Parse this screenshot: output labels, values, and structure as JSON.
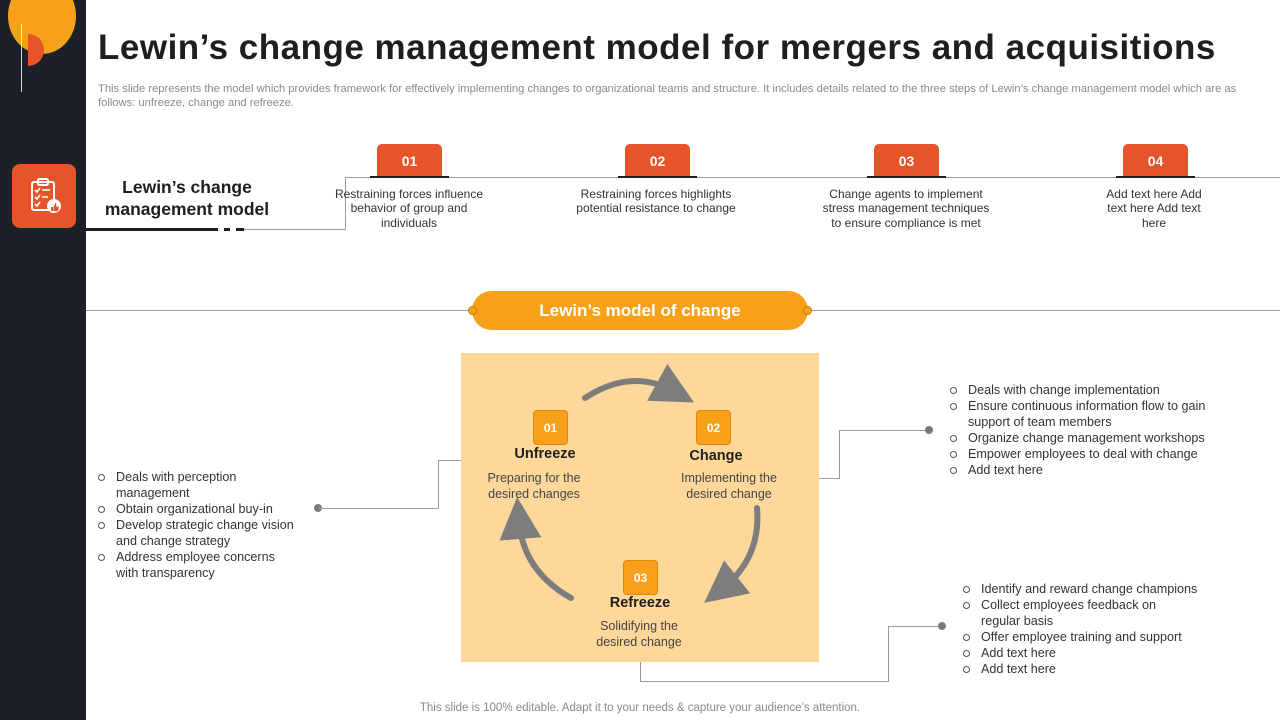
{
  "header": {
    "title": "Lewin’s change management model for mergers and acquisitions",
    "subtitle": "This slide represents the model which provides framework for effectively implementing changes to organizational teams and structure. It includes details related to the three steps of Lewin’s change management model which are as follows: unfreeze, change and refreeze."
  },
  "model_label": "Lewin’s change management model",
  "steps": [
    {
      "number": "01",
      "text": "Restraining forces influence behavior of group and individuals"
    },
    {
      "number": "02",
      "text": "Restraining forces highlights potential resistance to change"
    },
    {
      "number": "03",
      "text": "Change agents to implement stress management techniques to ensure compliance is met"
    },
    {
      "number": "04",
      "text": "Add text here Add text here Add text here"
    }
  ],
  "pill_label": "Lewin’s model of change",
  "cycle": [
    {
      "number": "01",
      "title": "Unfreeze",
      "desc_line1": "Preparing for the",
      "desc_line2": "desired changes"
    },
    {
      "number": "02",
      "title": "Change",
      "desc_line1": "Implementing the",
      "desc_line2": "desired change"
    },
    {
      "number": "03",
      "title": "Refreeze",
      "desc_line1": "Solidifying the",
      "desc_line2": "desired change"
    }
  ],
  "unfreeze_points": [
    "Deals with perception management",
    "Obtain organizational buy-in",
    "Develop strategic change vision and change strategy",
    "Address employee concerns with transparency"
  ],
  "change_points": [
    "Deals with change implementation",
    "Ensure continuous information flow to gain support of team members",
    "Organize change management workshops",
    "Empower employees to deal with change",
    "Add text here"
  ],
  "refreeze_points": [
    "Identify and reward change champions",
    "Collect employees feedback on regular basis",
    "Offer employee training and support",
    "Add text here",
    "Add text here"
  ],
  "footer": "This slide is 100% editable. Adapt it to your needs & capture your audience’s attention.",
  "colors": {
    "accent_orange": "#e8542a",
    "accent_amber": "#f7a11a",
    "panel": "#fdd89a",
    "sidebar": "#1c2028"
  },
  "icons": {
    "sidebar": "clipboard-checklist-thumbs-up-icon"
  }
}
